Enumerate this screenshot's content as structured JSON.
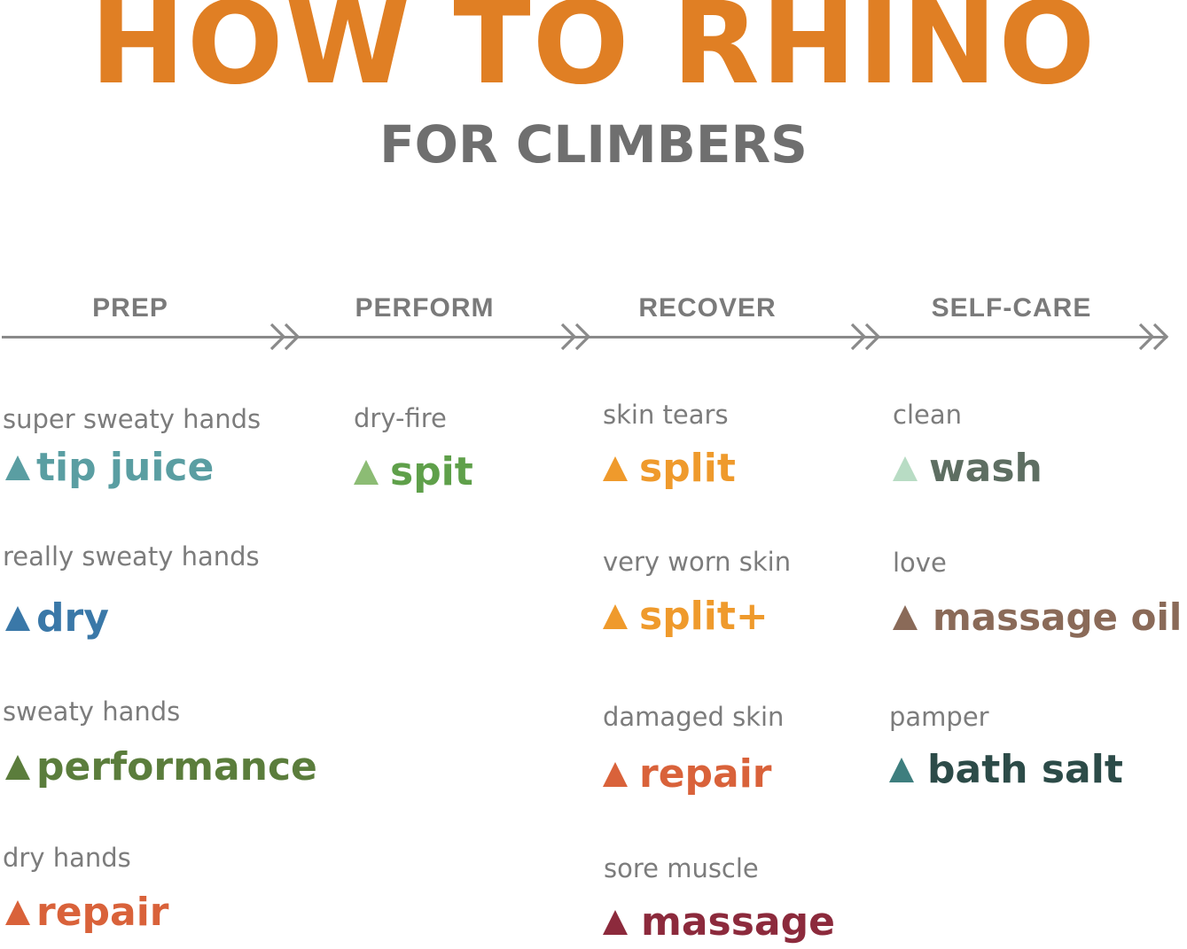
{
  "header": {
    "title": "HOW TO RHINO",
    "subtitle": "FOR CLIMBERS"
  },
  "colors": {
    "title": "#e07f24",
    "subtitle": "#6f6f6f",
    "stage_label": "#7a7a7a",
    "timeline": "#8a8a8a",
    "need_text": "#7c7c7c"
  },
  "stages": [
    {
      "label": "PREP"
    },
    {
      "label": "PERFORM"
    },
    {
      "label": "RECOVER"
    },
    {
      "label": "SELF-CARE"
    }
  ],
  "columns": {
    "prep": [
      {
        "need": "super sweaty hands",
        "product": "tip juice",
        "color": "#5a9ea2",
        "icon": "triangle-icon"
      },
      {
        "need": "really sweaty hands",
        "product": "dry",
        "color": "#3a78a8",
        "icon": "triangle-icon"
      },
      {
        "need": "sweaty hands",
        "product": "performance",
        "color": "#5b7d3c",
        "icon": "triangle-icon"
      },
      {
        "need": "dry hands",
        "product": "repair",
        "color": "#d9623a",
        "icon": "triangle-icon"
      }
    ],
    "perform": [
      {
        "need": "dry-fire",
        "product": "spit",
        "color": "#5fa04a",
        "icon": "triangle-icon",
        "icon_color": "#8cbc74"
      }
    ],
    "recover": [
      {
        "need": "skin tears",
        "product": "split",
        "color": "#ef9a2c",
        "icon": "triangle-icon"
      },
      {
        "need": "very worn skin",
        "product": "split+",
        "color": "#ef9a2c",
        "icon": "triangle-icon"
      },
      {
        "need": "damaged skin",
        "product": "repair",
        "color": "#d9623a",
        "icon": "triangle-icon"
      },
      {
        "need": "sore muscle",
        "product": "massage",
        "color": "#8c2a3c",
        "icon": "triangle-icon"
      }
    ],
    "selfcare": [
      {
        "need": "clean",
        "product": "wash",
        "color": "#5e6e62",
        "icon": "triangle-icon",
        "icon_color": "#b8dcc4"
      },
      {
        "need": "love",
        "product": "massage oil",
        "color": "#8a6a58",
        "icon": "triangle-icon"
      },
      {
        "need": "pamper",
        "product": "bath salt",
        "color": "#2c4b48",
        "icon": "triangle-icon",
        "icon_color": "#3e7e7e"
      }
    ]
  }
}
